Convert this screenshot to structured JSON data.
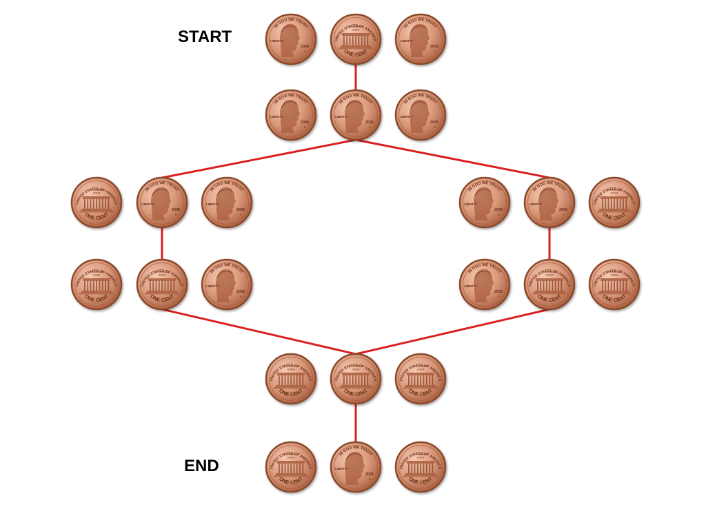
{
  "labels": {
    "start": "START",
    "end": "END"
  },
  "coin_text": {
    "motto": "IN GOD WE TRUST",
    "liberty": "LIBERTY",
    "year": "2005",
    "mint": "D",
    "country": "UNITED STATES OF AMERICA",
    "e_pluribus": "E·PLURIBUS",
    "unum": "UNUM",
    "denomination": "ONE CENT"
  },
  "colors": {
    "path": "#d91f1f",
    "coin_rim": "#8a4a2c",
    "coin_face": "#d9987a",
    "coin_highlight": "#f6c9b2",
    "coin_shadow": "#a85d3e"
  },
  "rows": [
    {
      "id": "row-1",
      "coins": [
        "heads",
        "tails",
        "heads"
      ],
      "selected": [
        1
      ]
    },
    {
      "id": "row-2",
      "coins": [
        "heads",
        "heads",
        "heads"
      ],
      "selected": [
        1
      ]
    },
    {
      "id": "row-3-left",
      "coins": [
        "tails",
        "heads",
        "heads"
      ],
      "selected": [
        1
      ]
    },
    {
      "id": "row-3-right",
      "coins": [
        "heads",
        "heads",
        "tails"
      ],
      "selected": [
        1
      ]
    },
    {
      "id": "row-4-left",
      "coins": [
        "tails",
        "tails",
        "heads"
      ],
      "selected": [
        1
      ]
    },
    {
      "id": "row-4-right",
      "coins": [
        "heads",
        "tails",
        "tails"
      ],
      "selected": [
        1
      ]
    },
    {
      "id": "row-5",
      "coins": [
        "tails",
        "tails",
        "tails"
      ],
      "selected": [
        1
      ]
    },
    {
      "id": "row-6",
      "coins": [
        "tails",
        "heads",
        "tails"
      ],
      "selected": [
        1
      ]
    }
  ]
}
